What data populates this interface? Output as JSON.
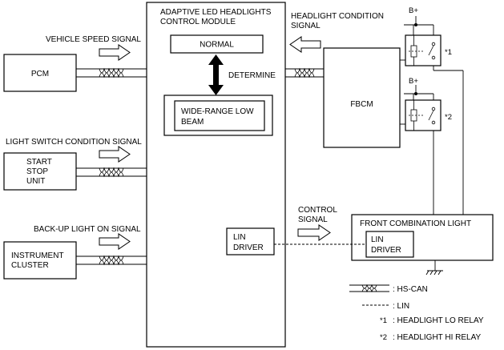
{
  "module": {
    "title_line1": "ADAPTIVE LED HEADLIGHTS",
    "title_line2": "CONTROL MODULE",
    "normal": "NORMAL",
    "determine": "DETERMINE",
    "wide_line1": "WIDE-RANGE LOW",
    "wide_line2": "BEAM",
    "lin_line1": "LIN",
    "lin_line2": "DRIVER"
  },
  "inputs": {
    "pcm": "PCM",
    "vehicle_speed_signal": "VEHICLE SPEED SIGNAL",
    "light_switch_signal": "LIGHT SWITCH CONDITION SIGNAL",
    "start_stop_line1": "START",
    "start_stop_line2": "STOP",
    "start_stop_line3": "UNIT",
    "backup_signal": "BACK-UP LIGHT ON SIGNAL",
    "cluster_line1": "INSTRUMENT",
    "cluster_line2": "CLUSTER"
  },
  "fbcm": {
    "label": "FBCM",
    "signal_line1": "HEADLIGHT CONDITION",
    "signal_line2": "SIGNAL",
    "b_plus_1": "B+",
    "b_plus_2": "B+",
    "relay1_mark": "*1",
    "relay2_mark": "*2"
  },
  "front_light": {
    "control_line1": "CONTROL",
    "control_line2": "SIGNAL",
    "title": "FRONT COMBINATION LIGHT",
    "lin_line1": "LIN",
    "lin_line2": "DRIVER"
  },
  "legend": {
    "hs_can": ": HS-CAN",
    "lin": ": LIN",
    "relay1_mark": "*1",
    "relay1": ": HEADLIGHT LO RELAY",
    "relay2_mark": "*2",
    "relay2": ": HEADLIGHT HI RELAY"
  }
}
